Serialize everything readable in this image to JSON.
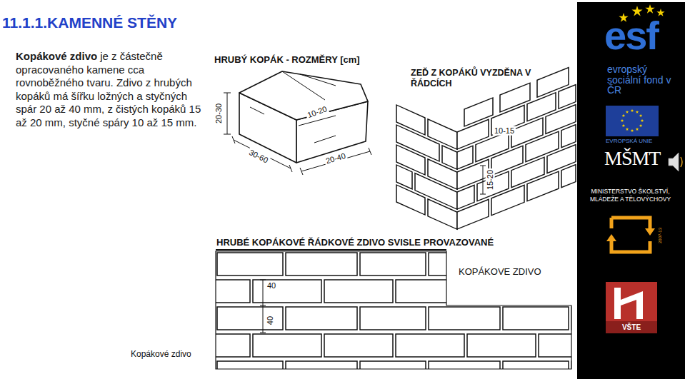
{
  "diagram": {
    "title": "11.1.1.KAMENNÉ STĚNY",
    "caption": "Kopákové zdivo",
    "labels": [
      "Kopákové zdivo",
      "je z částečně opracovaného kamene cca rovnoběžného tvaru. Zdivo z hrubých kopáků má šířku ložných a styčných spár 20 až 40 mm, z čistých kopáků 15 až 20 mm, styčné spáry 10 až 15 mm.",
      "HRUBÝ KOPÁK - ROZMĚRY [cm]",
      "20-30",
      "10-20",
      "30-60",
      "20-40",
      "ZEĎ Z KOPÁKŮ VYZDĚNA V ŘÁDCÍCH",
      "10-15",
      "15-20",
      "HRUBÉ KOPÁKOVÉ ŘÁDKOVÉ ZDIVO SVISLE PROVAZOVANÉ",
      "40",
      "40",
      "KOPÁKOVE ZDIVO",
      "esf",
      "evropský sociální fond v ČR",
      "EVROPSKÁ UNIE",
      "MŠMT",
      "MINISTERSTVO ŠKOLSTVÍ, MLÁDEŽE A TĚLOVÝCHOVY",
      "2007-13",
      "VŠTE"
    ]
  }
}
